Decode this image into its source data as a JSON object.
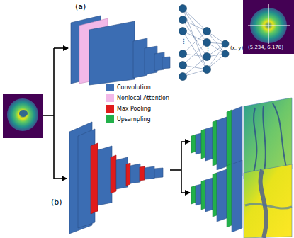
{
  "diagram": {
    "labels": [
      "(a)",
      "(x, y)",
      "(5.234, 6.178)",
      "⋮",
      "⋮",
      "(b)"
    ],
    "legend": [
      {
        "text": "Convolution",
        "color": "#3b6db3"
      },
      {
        "text": "Nonlocal Attention",
        "color": "#f2b8e8"
      },
      {
        "text": "Max Pooling",
        "color": "#e01b1b"
      },
      {
        "text": "Upsampling",
        "color": "#22b04a"
      }
    ]
  }
}
